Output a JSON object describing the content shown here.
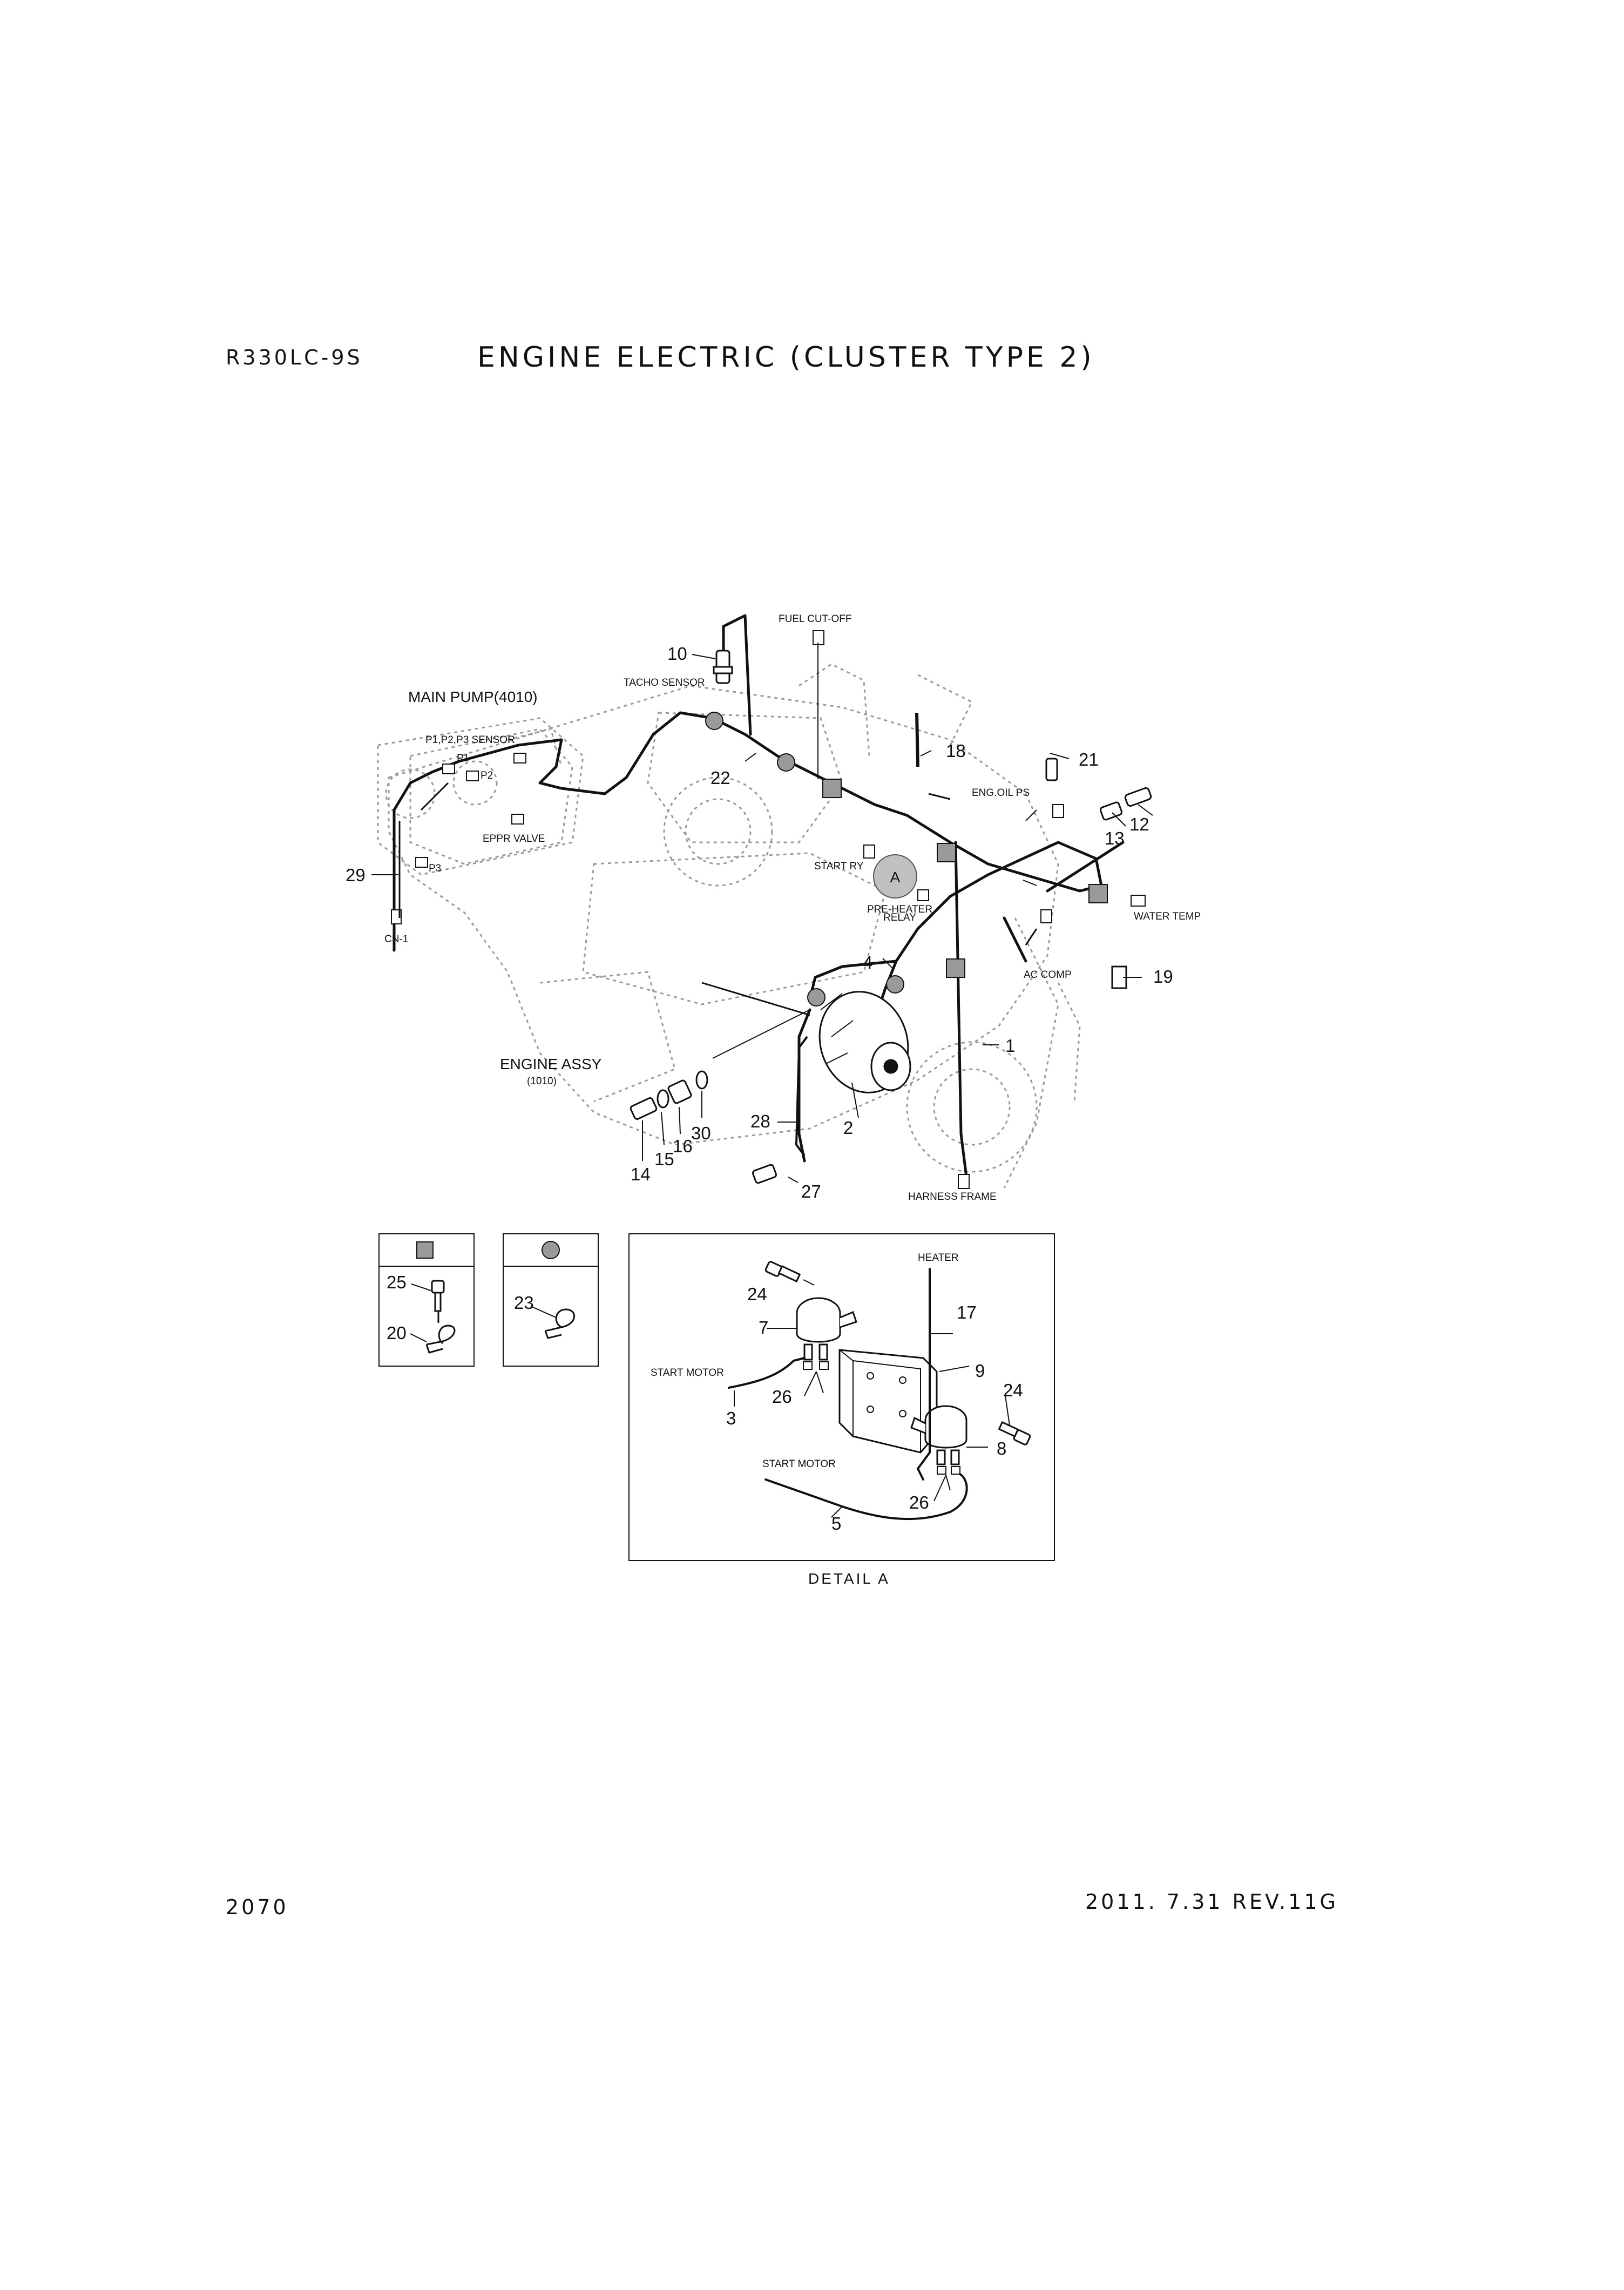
{
  "header": {
    "model": "R330LC-9S",
    "title": "ENGINE ELECTRIC (CLUSTER TYPE 2)"
  },
  "footer": {
    "page_number": "2070",
    "revision": "2011. 7.31  REV.11G"
  },
  "labels": {
    "fuel_cut_off": "FUEL CUT-OFF",
    "tacho_sensor": "TACHO SENSOR",
    "main_pump": "MAIN PUMP(4010)",
    "p123_sensor": "P1,P2,P3 SENSOR",
    "p1": "P1",
    "p2": "P2",
    "p3": "P3",
    "eppr_valve": "EPPR VALVE",
    "cn1": "CN-1",
    "eng_oil_ps": "ENG.OIL PS",
    "start_ry": "START RY",
    "pre_heater": "PRE-HEATER",
    "relay": "RELAY",
    "water_temp": "WATER TEMP",
    "ac_comp": "AC COMP",
    "engine_assy": "ENGINE ASSY",
    "engine_assy_code": "(1010)",
    "harness_frame": "HARNESS FRAME",
    "detail_marker": "A",
    "heater": "HEATER",
    "start_motor_1": "START MOTOR",
    "start_motor_2": "START MOTOR",
    "detail_a": "DETAIL A"
  },
  "callouts": {
    "n1": "1",
    "n2": "2",
    "n3": "3",
    "n4": "4",
    "n5": "5",
    "n7": "7",
    "n8": "8",
    "n9": "9",
    "n10": "10",
    "n12": "12",
    "n13": "13",
    "n14": "14",
    "n15": "15",
    "n16": "16",
    "n17": "17",
    "n18": "18",
    "n19": "19",
    "n20": "20",
    "n21": "21",
    "n22": "22",
    "n23": "23",
    "n24a": "24",
    "n24b": "24",
    "n25": "25",
    "n26a": "26",
    "n26b": "26",
    "n27": "27",
    "n28": "28",
    "n29": "29",
    "n30": "30"
  },
  "legend": {
    "square_marker_color": "#9a9a9a",
    "circle_marker_color": "#9a9a9a"
  }
}
